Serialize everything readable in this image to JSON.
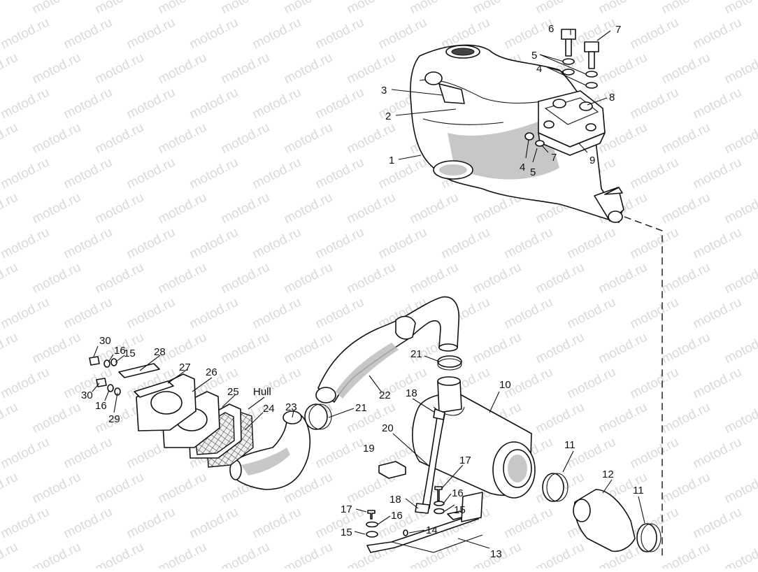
{
  "watermark": {
    "text": "motod.ru",
    "color": "#d9d9d9"
  },
  "callouts": [
    {
      "id": "c1",
      "text": "1"
    },
    {
      "id": "c2",
      "text": "2"
    },
    {
      "id": "c3",
      "text": "3"
    },
    {
      "id": "c4a",
      "text": "4"
    },
    {
      "id": "c4b",
      "text": "4"
    },
    {
      "id": "c5a",
      "text": "5"
    },
    {
      "id": "c5b",
      "text": "5"
    },
    {
      "id": "c6",
      "text": "6"
    },
    {
      "id": "c7a",
      "text": "7"
    },
    {
      "id": "c7b",
      "text": "7"
    },
    {
      "id": "c8",
      "text": "8"
    },
    {
      "id": "c9",
      "text": "9"
    },
    {
      "id": "c10",
      "text": "10"
    },
    {
      "id": "c11a",
      "text": "11"
    },
    {
      "id": "c11b",
      "text": "11"
    },
    {
      "id": "c12",
      "text": "12"
    },
    {
      "id": "c13",
      "text": "13"
    },
    {
      "id": "c14",
      "text": "14"
    },
    {
      "id": "c15a",
      "text": "15"
    },
    {
      "id": "c15b",
      "text": "15"
    },
    {
      "id": "c15c",
      "text": "15"
    },
    {
      "id": "c16a",
      "text": "16"
    },
    {
      "id": "c16b",
      "text": "16"
    },
    {
      "id": "c16c",
      "text": "16"
    },
    {
      "id": "c16d",
      "text": "16"
    },
    {
      "id": "c17a",
      "text": "17"
    },
    {
      "id": "c17b",
      "text": "17"
    },
    {
      "id": "c18a",
      "text": "18"
    },
    {
      "id": "c18b",
      "text": "18"
    },
    {
      "id": "c19",
      "text": "19"
    },
    {
      "id": "c20",
      "text": "20"
    },
    {
      "id": "c21a",
      "text": "21"
    },
    {
      "id": "c21b",
      "text": "21"
    },
    {
      "id": "c22",
      "text": "22"
    },
    {
      "id": "c23",
      "text": "23"
    },
    {
      "id": "c24",
      "text": "24"
    },
    {
      "id": "c25",
      "text": "25"
    },
    {
      "id": "c26",
      "text": "26"
    },
    {
      "id": "c27",
      "text": "27"
    },
    {
      "id": "c28",
      "text": "28"
    },
    {
      "id": "c29",
      "text": "29"
    },
    {
      "id": "c30a",
      "text": "30"
    },
    {
      "id": "c30b",
      "text": "30"
    },
    {
      "id": "hull",
      "text": "Hull"
    }
  ]
}
